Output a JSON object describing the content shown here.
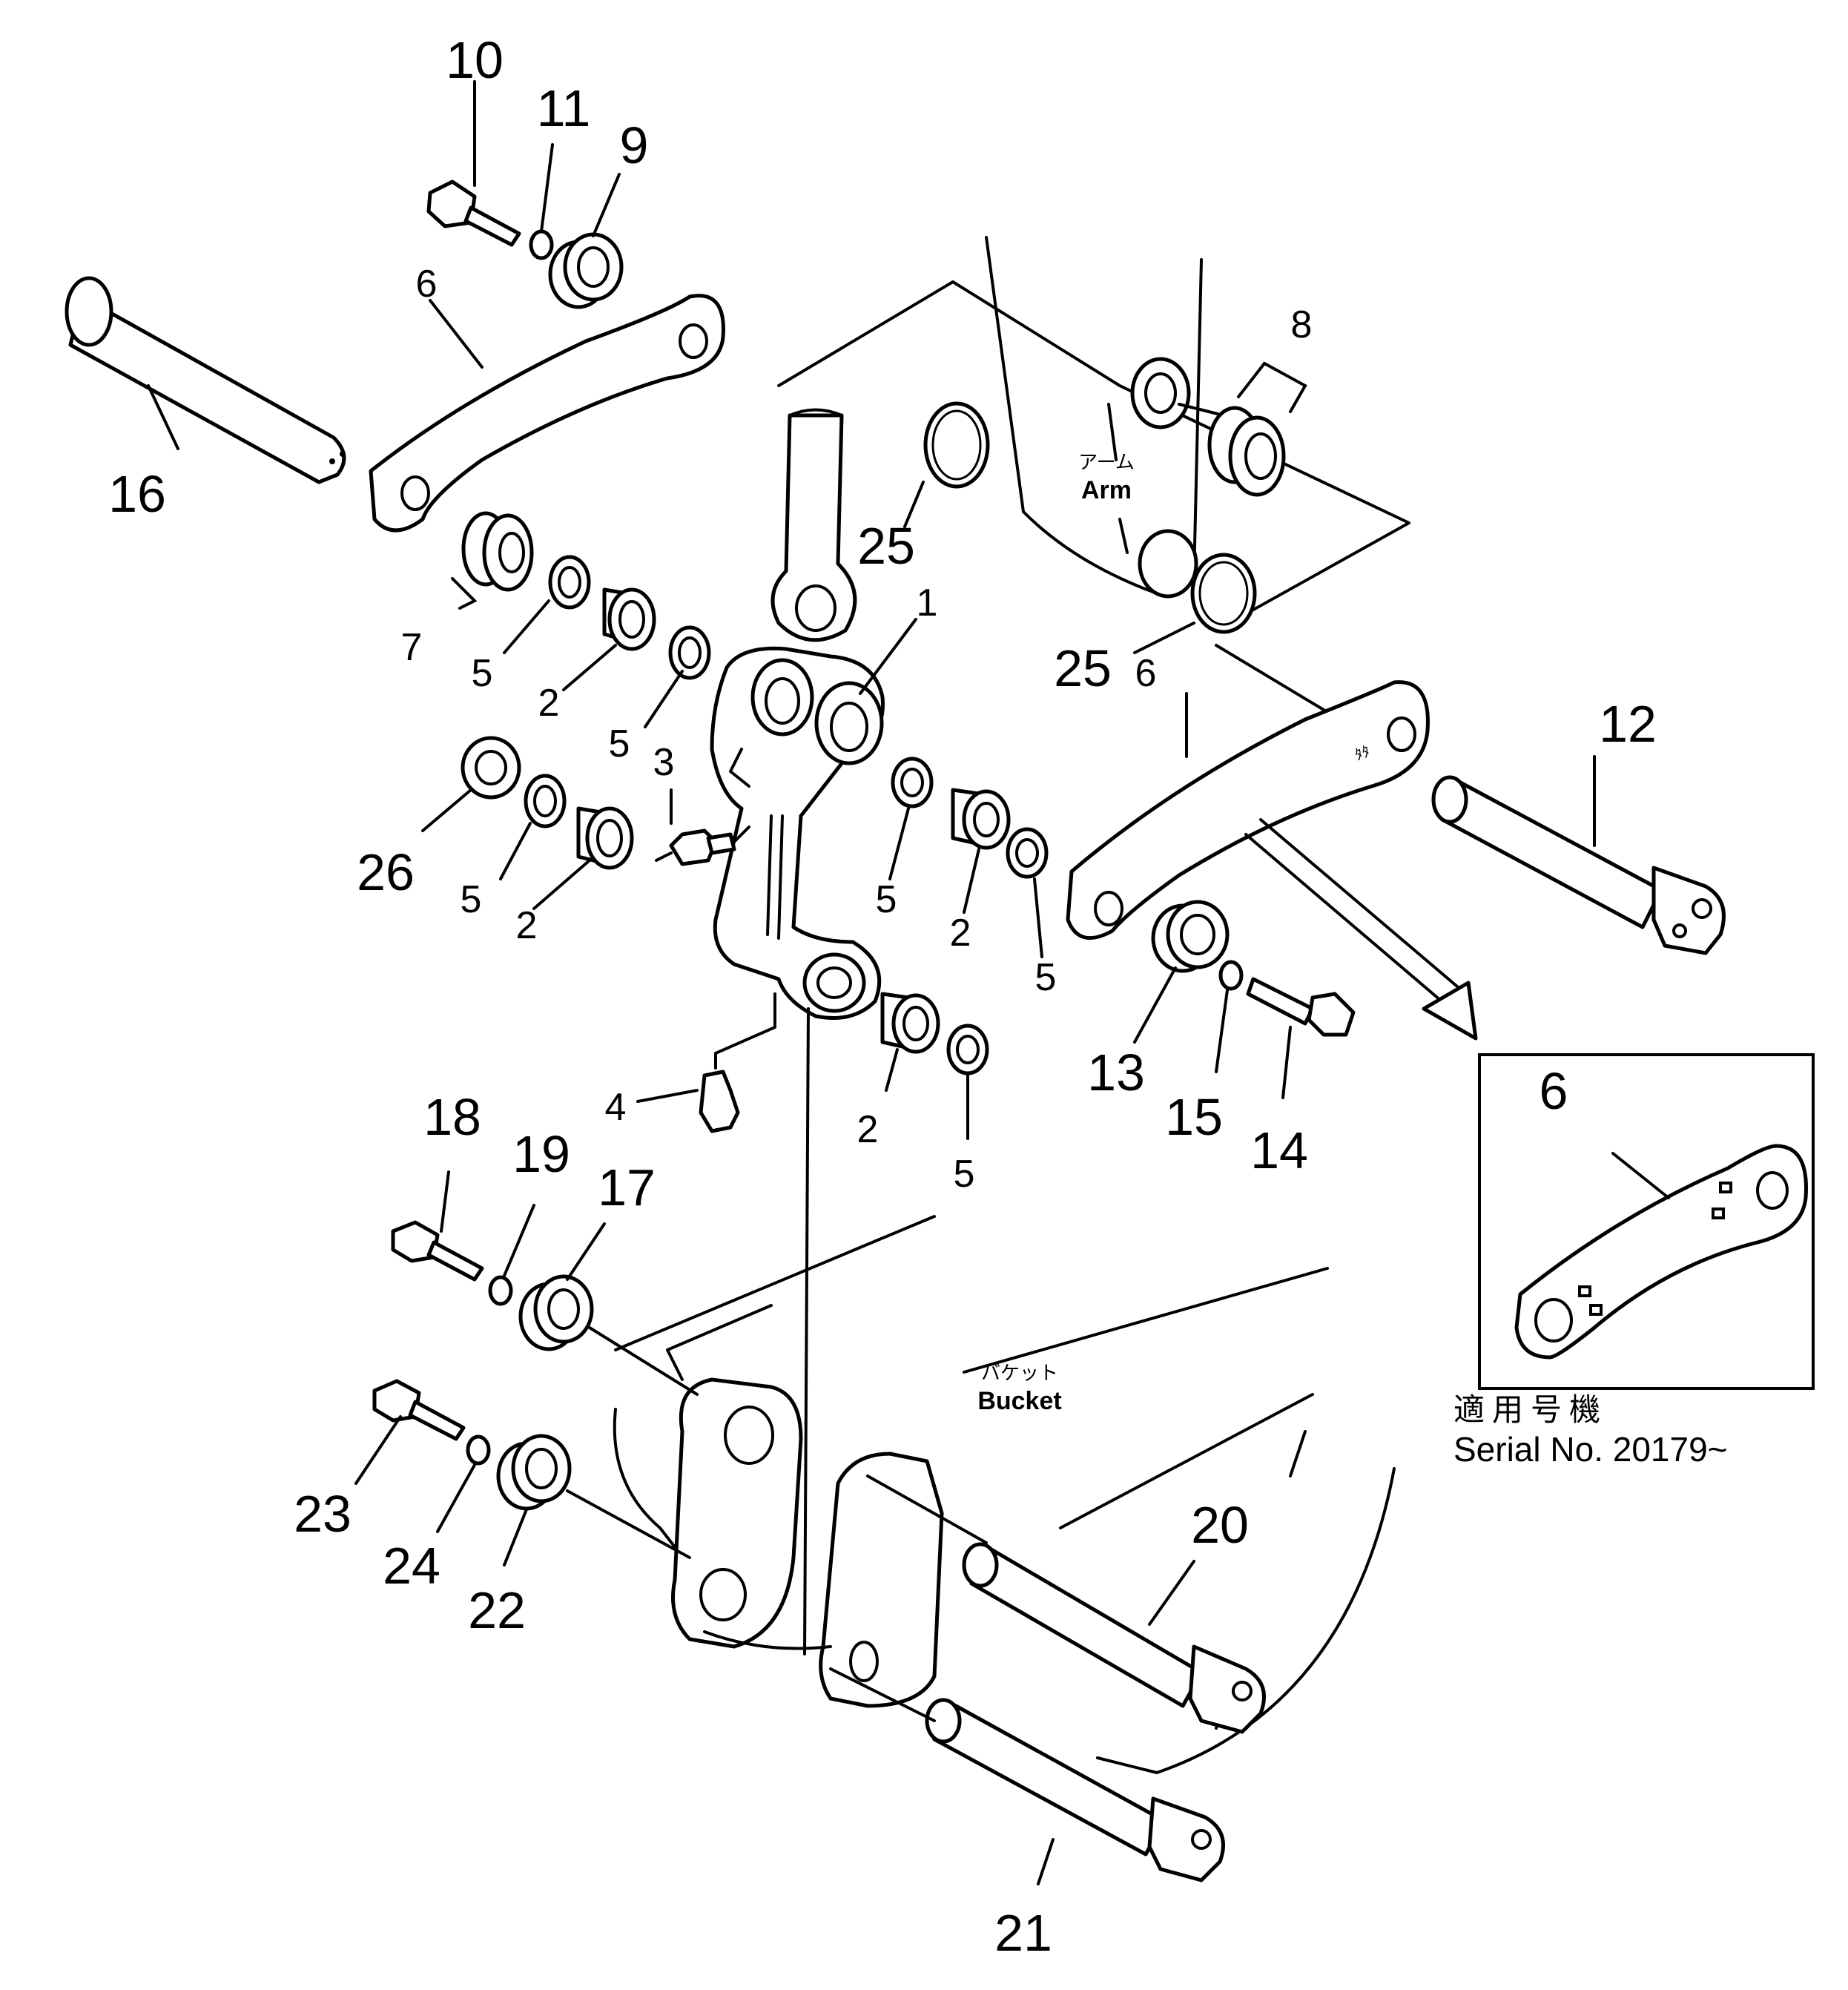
{
  "callouts": {
    "c1": "1",
    "c2a": "2",
    "c2b": "2",
    "c2c": "2",
    "c2d": "2",
    "c3": "3",
    "c4": "4",
    "c5a": "5",
    "c5b": "5",
    "c5c": "5",
    "c5d": "5",
    "c5e": "5",
    "c5f": "5",
    "c6a": "6",
    "c6b": "6",
    "c6c": "6",
    "c7": "7",
    "c8": "8",
    "c9": "9",
    "c10": "10",
    "c11": "11",
    "c12": "12",
    "c13": "13",
    "c14": "14",
    "c15": "15",
    "c16": "16",
    "c17": "17",
    "c18": "18",
    "c19": "19",
    "c20": "20",
    "c21": "21",
    "c22": "22",
    "c23": "23",
    "c24": "24",
    "c25a": "25",
    "c25b": "25",
    "c26": "26"
  },
  "labels": {
    "arm_jp": "アーム",
    "arm_en": "Arm",
    "bucket_jp": "バケット",
    "bucket_en": "Bucket"
  },
  "inset": {
    "applicable_jp": "適用号機",
    "serial": "Serial No. 20179~"
  }
}
